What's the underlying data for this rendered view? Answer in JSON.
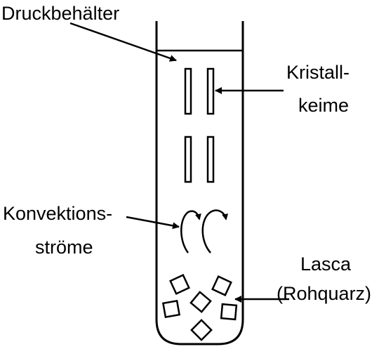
{
  "labels": {
    "pressure_vessel": "Druckbehälter",
    "seed_crystals_line1": "Kristall-",
    "seed_crystals_line2": "keime",
    "convection_line1": "Konvektions-",
    "convection_line2": "ströme",
    "lasca_line1": "Lasca",
    "lasca_line2": "(Rohquarz)"
  },
  "colors": {
    "stroke": "#000000",
    "background": "#ffffff"
  }
}
